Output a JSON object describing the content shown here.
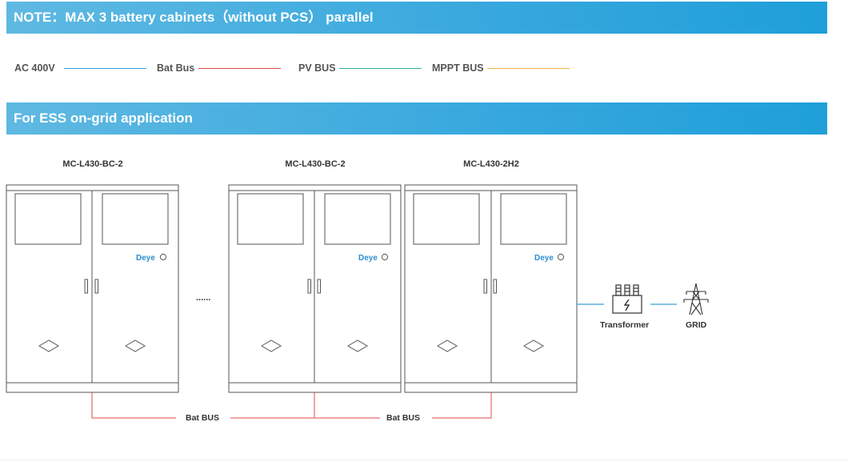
{
  "note_banner": "NOTE：MAX 3 battery cabinets（without PCS） parallel",
  "legend": [
    {
      "label": "AC 400V",
      "color": "#3aa0d8"
    },
    {
      "label": "Bat Bus",
      "color": "#e24a4a"
    },
    {
      "label": "PV BUS",
      "color": "#2bb3a6"
    },
    {
      "label": "MPPT BUS",
      "color": "#f2b33d"
    }
  ],
  "section_banner": "For ESS on-grid application",
  "cabinets": [
    {
      "model": "MC-L430-BC-2",
      "brand": "Deye"
    },
    {
      "model": "MC-L430-BC-2",
      "brand": "Deye"
    },
    {
      "model": "MC-L430-2H2",
      "brand": "Deye"
    }
  ],
  "ellipsis": "......",
  "transformer_label": "Transformer",
  "grid_label": "GRID",
  "bat_bus_labels": [
    "Bat BUS",
    "Bat BUS"
  ],
  "icons": [
    "transformer-icon",
    "grid-tower-icon",
    "handle-icon",
    "vent-icon"
  ],
  "colors": {
    "banner": "#2fa6dc",
    "bat_bus": "#e24a4a",
    "ac": "#3aa0d8",
    "brand": "#2a8fd0"
  }
}
